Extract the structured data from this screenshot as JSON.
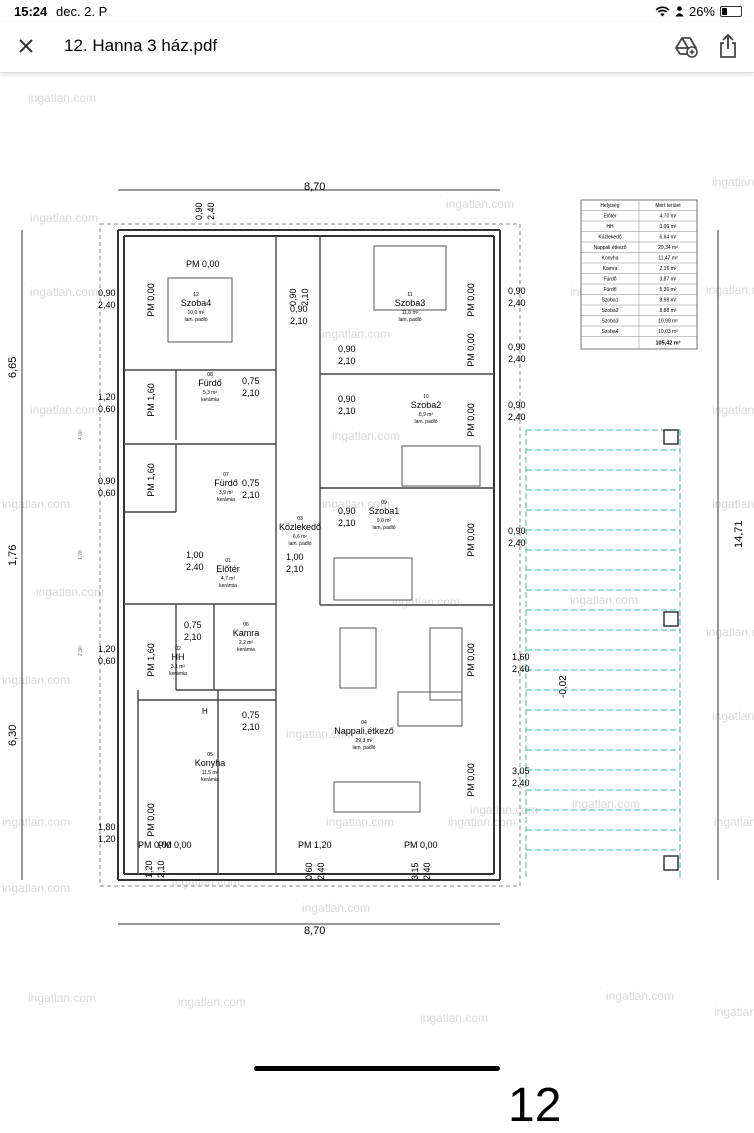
{
  "status_bar": {
    "time": "15:24",
    "date": "dec. 2. P",
    "battery": "26%",
    "battery_level": 0.26
  },
  "toolbar": {
    "title": "12. Hanna 3 ház.pdf"
  },
  "page": {
    "number": "12"
  },
  "watermark": "ingatlan.com",
  "floorplan": {
    "dims": {
      "top": "8,70",
      "bottom": "8,70",
      "right": "14,71",
      "left": [
        "6,65",
        "1,76",
        "6,30"
      ]
    },
    "rooms": [
      {
        "num": "12",
        "name": "Szoba4",
        "area": "10,0 m²",
        "floor": "lam. padló"
      },
      {
        "num": "11",
        "name": "Szoba3",
        "area": "11,0 m²",
        "floor": "lam. padló"
      },
      {
        "num": "08",
        "name": "Fürdő",
        "area": "5,3 m²",
        "floor": "kerámia"
      },
      {
        "num": "10",
        "name": "Szoba2",
        "area": "8,9 m²",
        "floor": "lam. padló"
      },
      {
        "num": "07",
        "name": "Fürdő",
        "area": "3,9 m²",
        "floor": "kerámia"
      },
      {
        "num": "03",
        "name": "Közlekedő",
        "area": "6,6 m²",
        "floor": "lam. padló"
      },
      {
        "num": "09",
        "name": "Szoba1",
        "area": "9,0 m²",
        "floor": "lam. padló"
      },
      {
        "num": "01",
        "name": "Előtér",
        "area": "4,7 m²",
        "floor": "kerámia"
      },
      {
        "num": "06",
        "name": "Kamra",
        "area": "2,2 m²",
        "floor": "kerámia"
      },
      {
        "num": "02",
        "name": "HH",
        "area": "3,1 m²",
        "floor": "kerámia"
      },
      {
        "num": "04",
        "name": "Nappali,étkező",
        "area": "29,3 m²",
        "floor": "lam. padló"
      },
      {
        "num": "05",
        "name": "Konyha",
        "area": "11,5 m²",
        "floor": "kerámia"
      }
    ],
    "pm": [
      "PM 0,00",
      "PM 0,00",
      "PM 0,00",
      "PM 0,00",
      "PM 0,00",
      "PM 1,60",
      "PM 1,60",
      "PM 0,00",
      "PM 0,00",
      "PM 0,00",
      "PM 1,60",
      "PM 0,00",
      "PM 0,00",
      "PM 1,20",
      "PM 0,00",
      "PM 0,00"
    ],
    "pairs": [
      [
        "0,90",
        "2,40"
      ],
      [
        "0,90",
        "2,40"
      ],
      [
        "0,90",
        "2,40"
      ],
      [
        "1,20",
        "0,60"
      ],
      [
        "0,90",
        "2,40"
      ],
      [
        "0,90",
        "0,60"
      ],
      [
        "0,90",
        "2,40"
      ],
      [
        "1,20",
        "0,60"
      ],
      [
        "1,60",
        "2,40"
      ],
      [
        "3,05",
        "2,40"
      ],
      [
        "1,80",
        "1,20"
      ],
      [
        "0,90",
        "2,10"
      ],
      [
        "0,90",
        "2,10"
      ],
      [
        "0,75",
        "2,10"
      ],
      [
        "0,90",
        "2,10"
      ],
      [
        "0,75",
        "2,10"
      ],
      [
        "0,90",
        "2,10"
      ],
      [
        "1,00",
        "2,40"
      ],
      [
        "1,00",
        "2,10"
      ],
      [
        "0,75",
        "2,10"
      ],
      [
        "0,75",
        "2,10"
      ]
    ],
    "rotated": [
      [
        "0,90",
        "2,40"
      ],
      [
        "0,90",
        "2,10"
      ],
      [
        "1,20",
        "2,10"
      ],
      [
        "0,60",
        "2,40"
      ],
      [
        "3,15",
        "2,40"
      ]
    ],
    "misc": {
      "terrace": "-0,02",
      "h": "H",
      "left_small": [
        "4,00",
        "1,76",
        "2,30"
      ]
    }
  },
  "area_table": {
    "headers": [
      "Helyiség",
      "Mért terület"
    ],
    "rows": [
      [
        "Előtér",
        "4,70 m²"
      ],
      [
        "HH",
        "3,06 m²"
      ],
      [
        "Közlekedő",
        "6,64 m²"
      ],
      [
        "Nappali,étkező",
        "29,34 m²"
      ],
      [
        "Konyha",
        "11,47 m²"
      ],
      [
        "Kamra",
        "2,16 m²"
      ],
      [
        "Fürdő",
        "3,87 m²"
      ],
      [
        "Fürdő",
        "5,30 m²"
      ],
      [
        "Szoba1",
        "8,98 m²"
      ],
      [
        "Szoba2",
        "8,88 m²"
      ],
      [
        "Szoba3",
        "10,99 m²"
      ],
      [
        "Szoba4",
        "10,03 m²"
      ]
    ],
    "total": "105,42 m²"
  }
}
